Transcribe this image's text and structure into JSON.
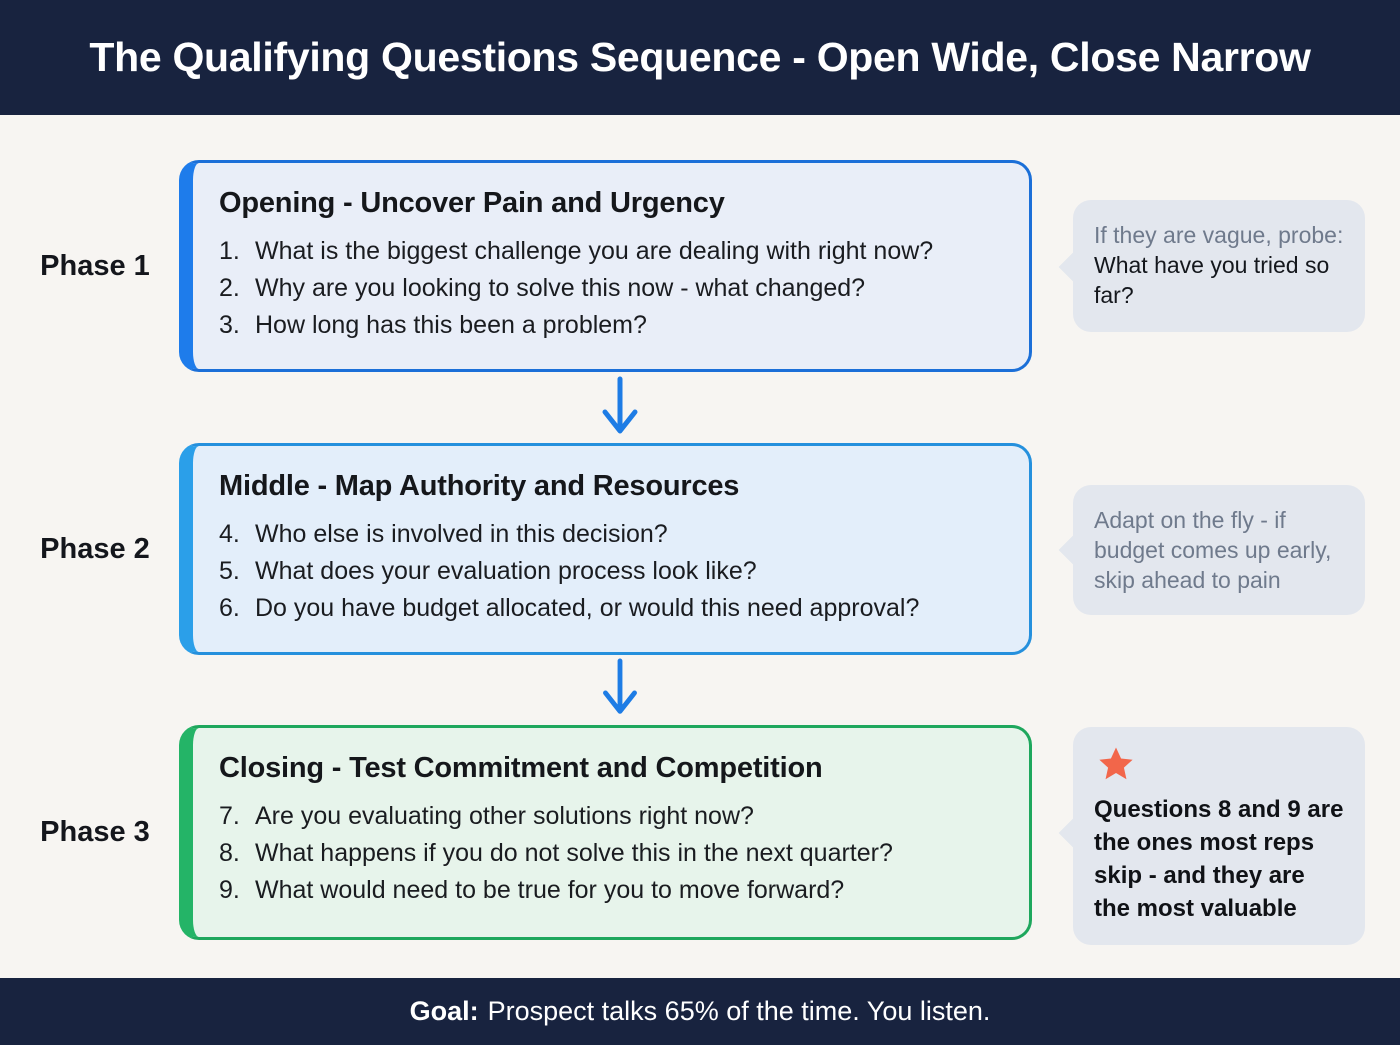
{
  "header": {
    "title": "The Qualifying Questions Sequence - Open Wide, Close Narrow"
  },
  "phases": [
    {
      "label": "Phase 1",
      "heading": "Opening - Uncover Pain and Urgency",
      "questions": [
        {
          "num": "1.",
          "text": "What is the biggest challenge you are dealing with right now?"
        },
        {
          "num": "2.",
          "text": "Why are you looking to solve this now - what changed?"
        },
        {
          "num": "3.",
          "text": "How long has this been a problem?"
        }
      ],
      "callout": {
        "muted": "If they are vague, probe: ",
        "strong": "What have you tried so far?"
      },
      "accent_color": "#1e7ceb",
      "background_color": "#e9eef8"
    },
    {
      "label": "Phase 2",
      "heading": "Middle - Map Authority and Resources",
      "questions": [
        {
          "num": "4.",
          "text": "Who else is involved in this decision?"
        },
        {
          "num": "5.",
          "text": "What does your evaluation process look like?"
        },
        {
          "num": "6.",
          "text": "Do you have budget allocated, or would this need approval?"
        }
      ],
      "callout": {
        "muted": "Adapt on the fly - if budget comes up early, skip ahead to pain",
        "strong": ""
      },
      "accent_color": "#2b9fe9",
      "background_color": "#e3eefa"
    },
    {
      "label": "Phase 3",
      "heading": "Closing - Test Commitment and Competition",
      "questions": [
        {
          "num": "7.",
          "text": "Are you evaluating other solutions right now?"
        },
        {
          "num": "8.",
          "text": "What happens if you do not solve this in the next quarter?"
        },
        {
          "num": "9.",
          "text": "What would need to be true for you to move forward?"
        }
      ],
      "callout": {
        "strong": "Questions 8 and 9 are the ones most reps skip - and they are the most valuable"
      },
      "accent_color": "#24b467",
      "background_color": "#e7f4eb"
    }
  ],
  "footer": {
    "goal_label": "Goal:",
    "goal_text": "Prospect talks 65% of the time. You listen."
  },
  "colors": {
    "bar_navy": "#18233f",
    "arrow_blue": "#1e7ce5",
    "bubble_gray": "#e3e7ee",
    "star_coral": "#f2664a",
    "page_background": "#f7f5f2"
  }
}
